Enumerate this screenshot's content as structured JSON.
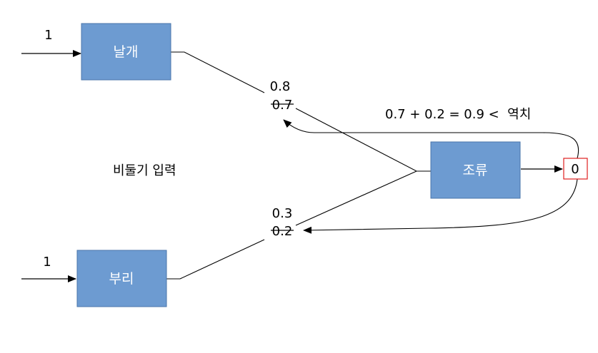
{
  "nodes": {
    "wing": {
      "label": "날개",
      "input": "1"
    },
    "leg": {
      "label": "부리",
      "input": "1"
    },
    "bird": {
      "label": "조류",
      "output": "0"
    }
  },
  "caption": "비둘기 입력",
  "weights": {
    "wing": {
      "new": "0.8",
      "old": "0.7"
    },
    "leg": {
      "new": "0.3",
      "old": "0.2"
    }
  },
  "equation": "0.7 + 0.2 = 0.9 <  역치",
  "colors": {
    "box_fill": "#6d9bd1",
    "box_stroke": "#4a76aa",
    "output_stroke": "#e02020",
    "line": "#000000"
  }
}
